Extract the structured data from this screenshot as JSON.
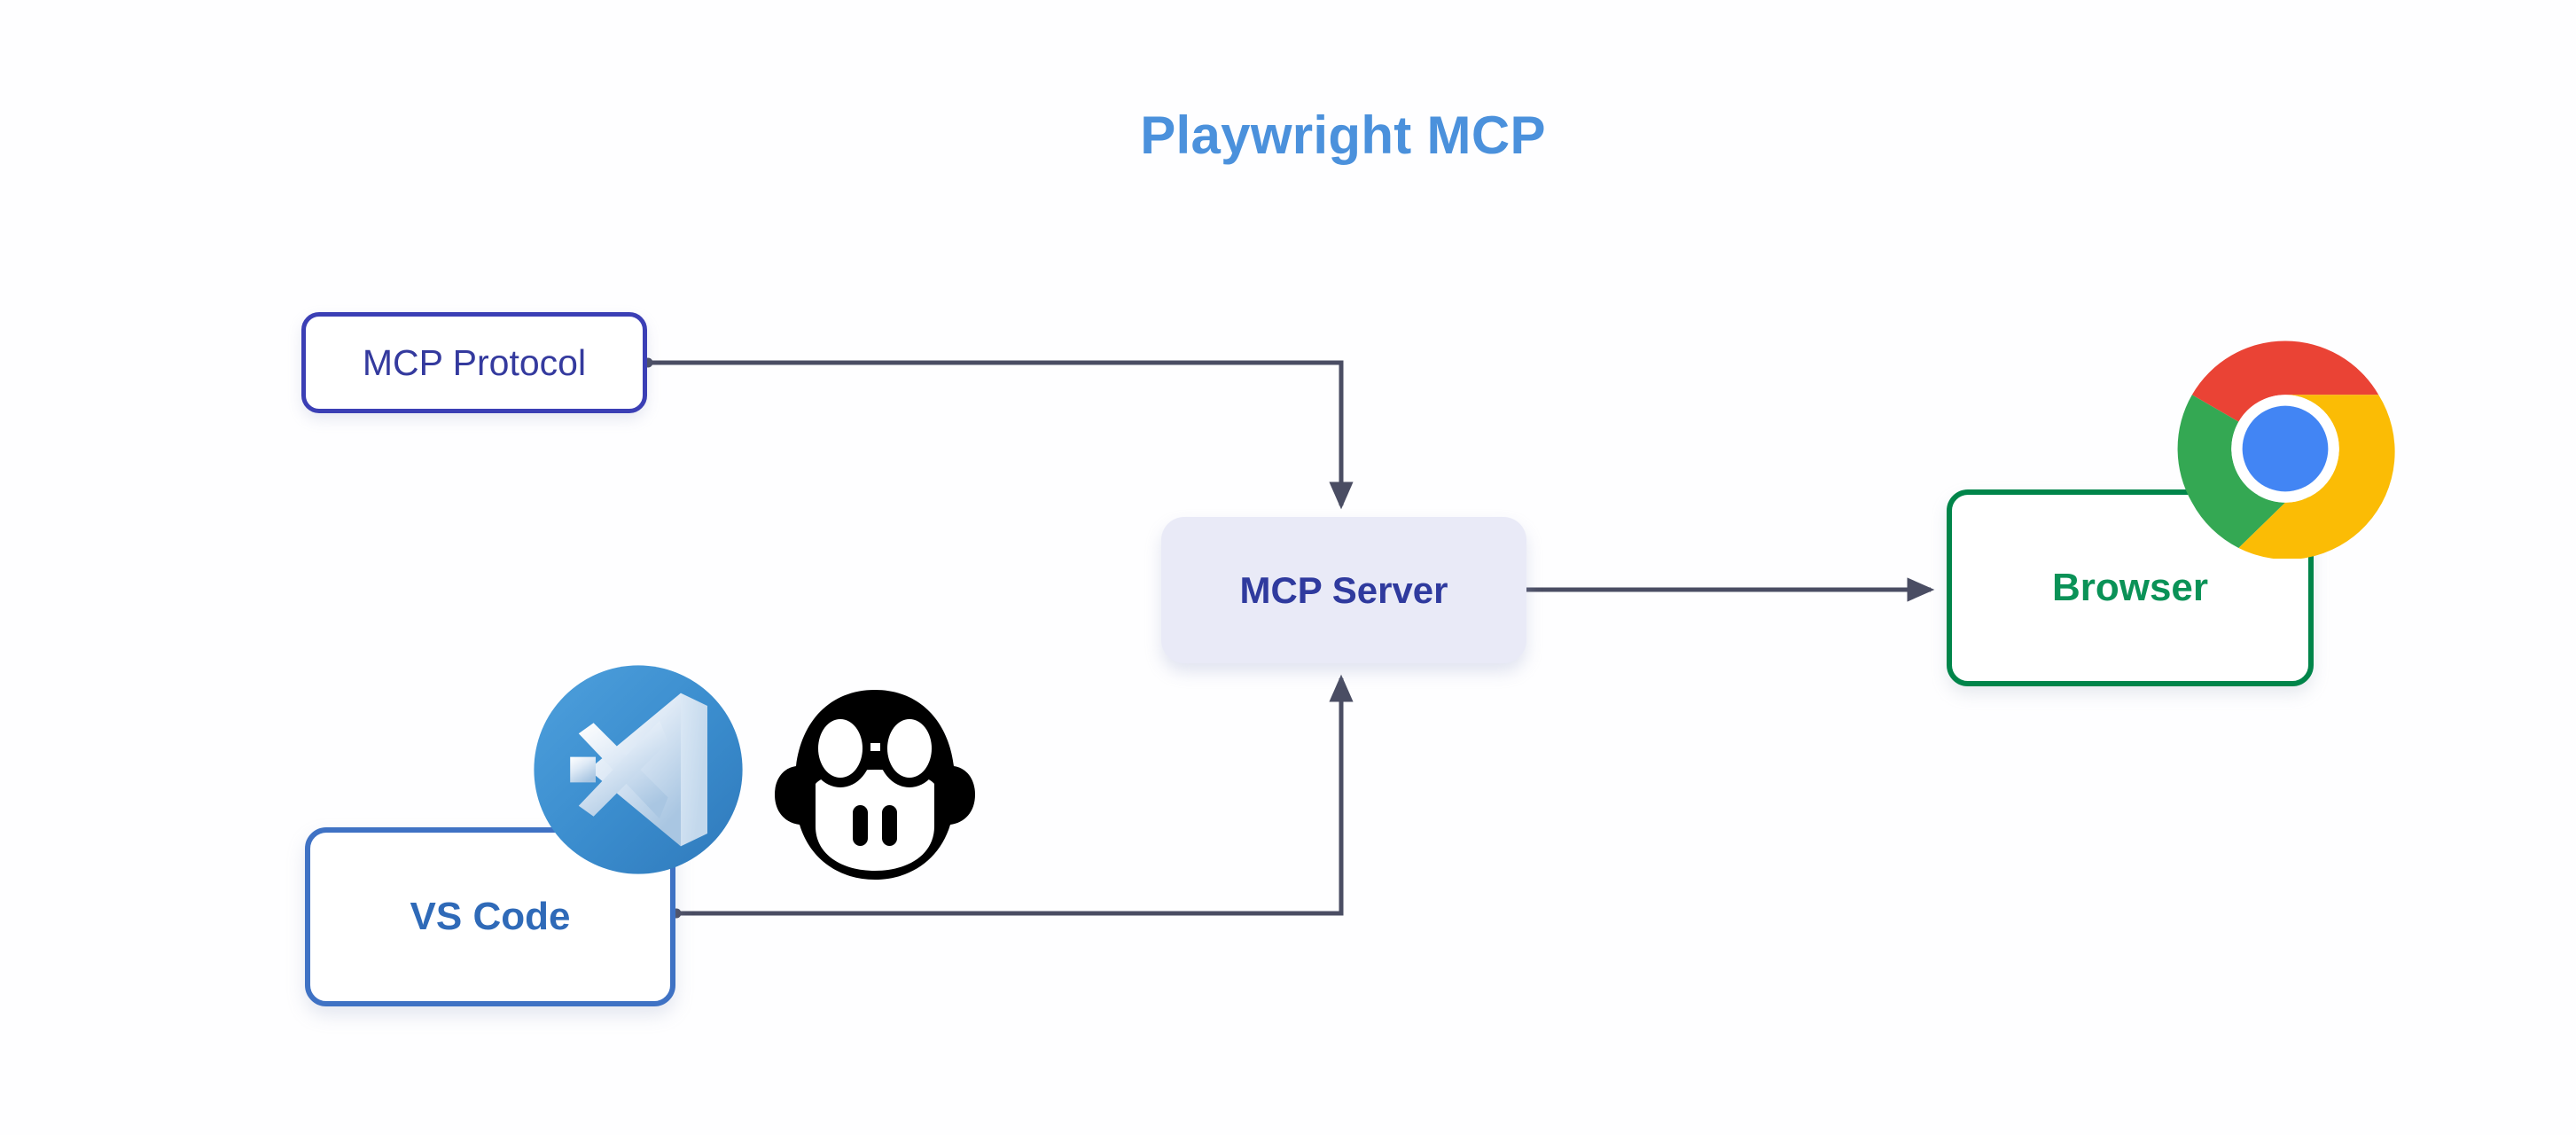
{
  "diagram": {
    "title": "Playwright MCP",
    "title_color": "#4b91dc",
    "background": "#ffffff",
    "type": "flow-diagram",
    "nodes": [
      {
        "id": "mcp-protocol",
        "label": "MCP Protocol",
        "shape": "rounded-rectangle",
        "border_color": "#3b3fb5",
        "text_color": "#343a9e",
        "fill": "#ffffff"
      },
      {
        "id": "mcp-server",
        "label": "MCP Server",
        "shape": "rounded-rectangle",
        "border_color": "none",
        "text_color": "#2f3a9e",
        "fill": "#e9eaf7"
      },
      {
        "id": "browser",
        "label": "Browser",
        "shape": "rounded-rectangle",
        "border_color": "#00854a",
        "text_color": "#0a9257",
        "fill": "#ffffff"
      },
      {
        "id": "vs-code",
        "label": "VS Code",
        "shape": "rounded-rectangle",
        "border_color": "#3f72c4",
        "text_color": "#2f6ab8",
        "fill": "#ffffff"
      }
    ],
    "edges": [
      {
        "id": "edge-protocol-to-server",
        "from": "mcp-protocol",
        "to": "mcp-server",
        "style": "elbow",
        "arrow": "end",
        "color": "#4a4d63"
      },
      {
        "id": "edge-server-to-browser",
        "from": "mcp-server",
        "to": "browser",
        "style": "straight",
        "arrow": "end",
        "color": "#4a4d63"
      },
      {
        "id": "edge-vscode-to-server",
        "from": "vs-code",
        "to": "mcp-server",
        "style": "elbow",
        "arrow": "end",
        "color": "#4a4d63"
      }
    ],
    "logos": [
      {
        "id": "vscode-logo",
        "name": "vscode-logo",
        "colors": [
          "#3c8fd4",
          "#cfe3f5",
          "#ffffff"
        ]
      },
      {
        "id": "copilot-logo",
        "name": "github-copilot-logo",
        "colors": [
          "#000000",
          "#ffffff"
        ]
      },
      {
        "id": "chrome-logo",
        "name": "chrome-logo",
        "colors": [
          "#ea4335",
          "#34a853",
          "#fbbc05",
          "#4285f4",
          "#ffffff"
        ]
      }
    ]
  }
}
